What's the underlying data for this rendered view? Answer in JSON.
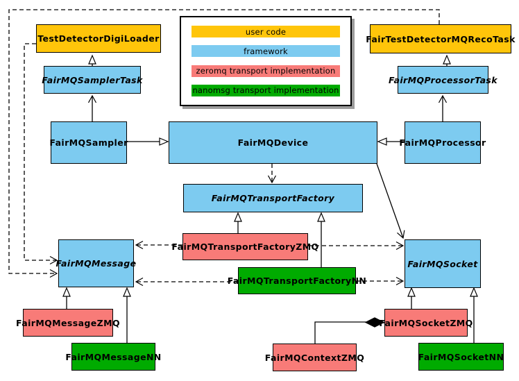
{
  "diagram_title": "FairMQ class diagram",
  "palette": {
    "user_code": "#FFC50A",
    "framework": "#7DCBF0",
    "zeromq_transport": "#F87B78",
    "nanomsg_transport": "#00AB00",
    "line": "#000000",
    "background": "#FFFFFF",
    "legend_shadow": "#9C9C9C"
  },
  "legend": {
    "items": [
      {
        "label": "user code",
        "category": "user_code"
      },
      {
        "label": "framework",
        "category": "framework"
      },
      {
        "label": "zeromq transport implementation",
        "category": "zeromq_transport"
      },
      {
        "label": "nanomsg transport implementation",
        "category": "nanomsg_transport"
      }
    ]
  },
  "nodes": {
    "digiLoader": {
      "label": "TestDetectorDigiLoader",
      "category": "user_code",
      "abstract": false
    },
    "recoTask": {
      "label": "FairTestDetectorMQRecoTask",
      "category": "user_code",
      "abstract": false
    },
    "samplerTask": {
      "label": "FairMQSamplerTask",
      "category": "framework",
      "abstract": true
    },
    "processorTask": {
      "label": "FairMQProcessorTask",
      "category": "framework",
      "abstract": true
    },
    "sampler": {
      "label": "FairMQSampler",
      "category": "framework",
      "abstract": false
    },
    "device": {
      "label": "FairMQDevice",
      "category": "framework",
      "abstract": false
    },
    "processor": {
      "label": "FairMQProcessor",
      "category": "framework",
      "abstract": false
    },
    "transportFactory": {
      "label": "FairMQTransportFactory",
      "category": "framework",
      "abstract": true
    },
    "transportFactoryZMQ": {
      "label": "FairMQTransportFactoryZMQ",
      "category": "zeromq_transport",
      "abstract": false
    },
    "transportFactoryNN": {
      "label": "FairMQTransportFactoryNN",
      "category": "nanomsg_transport",
      "abstract": false
    },
    "message": {
      "label": "FairMQMessage",
      "category": "framework",
      "abstract": true
    },
    "socket": {
      "label": "FairMQSocket",
      "category": "framework",
      "abstract": true
    },
    "messageZMQ": {
      "label": "FairMQMessageZMQ",
      "category": "zeromq_transport",
      "abstract": false
    },
    "messageNN": {
      "label": "FairMQMessageNN",
      "category": "nanomsg_transport",
      "abstract": false
    },
    "contextZMQ": {
      "label": "FairMQContextZMQ",
      "category": "zeromq_transport",
      "abstract": false
    },
    "socketZMQ": {
      "label": "FairMQSocketZMQ",
      "category": "zeromq_transport",
      "abstract": false
    },
    "socketNN": {
      "label": "FairMQSocketNN",
      "category": "nanomsg_transport",
      "abstract": false
    }
  },
  "edges": [
    {
      "from": "samplerTask",
      "to": "digiLoader",
      "type": "hollow-triangle",
      "line": "solid"
    },
    {
      "from": "sampler",
      "to": "samplerTask",
      "type": "open-arrow",
      "line": "solid"
    },
    {
      "from": "processorTask",
      "to": "recoTask",
      "type": "hollow-triangle",
      "line": "solid"
    },
    {
      "from": "processor",
      "to": "processorTask",
      "type": "open-arrow",
      "line": "solid"
    },
    {
      "from": "sampler",
      "to": "device",
      "type": "hollow-triangle",
      "line": "solid"
    },
    {
      "from": "processor",
      "to": "device",
      "type": "hollow-triangle",
      "line": "solid"
    },
    {
      "from": "device",
      "to": "transportFactory",
      "type": "open-arrow",
      "line": "dashed"
    },
    {
      "from": "device",
      "to": "socket",
      "type": "open-arrow",
      "line": "solid"
    },
    {
      "from": "transportFactoryZMQ",
      "to": "transportFactory",
      "type": "hollow-triangle",
      "line": "solid"
    },
    {
      "from": "transportFactoryNN",
      "to": "transportFactory",
      "type": "hollow-triangle",
      "line": "solid"
    },
    {
      "from": "transportFactoryZMQ",
      "to": "message",
      "type": "open-arrow",
      "line": "dashed"
    },
    {
      "from": "transportFactoryZMQ",
      "to": "socket",
      "type": "open-arrow",
      "line": "dashed"
    },
    {
      "from": "transportFactoryNN",
      "to": "message",
      "type": "open-arrow",
      "line": "dashed"
    },
    {
      "from": "transportFactoryNN",
      "to": "socket",
      "type": "open-arrow",
      "line": "dashed"
    },
    {
      "from": "digiLoader",
      "to": "message",
      "type": "open-arrow",
      "line": "dashed"
    },
    {
      "from": "recoTask",
      "to": "message",
      "type": "open-arrow",
      "line": "dashed"
    },
    {
      "from": "messageZMQ",
      "to": "message",
      "type": "hollow-triangle",
      "line": "solid"
    },
    {
      "from": "messageNN",
      "to": "message",
      "type": "hollow-triangle",
      "line": "solid"
    },
    {
      "from": "socketZMQ",
      "to": "socket",
      "type": "hollow-triangle",
      "line": "solid"
    },
    {
      "from": "socketNN",
      "to": "socket",
      "type": "hollow-triangle",
      "line": "solid"
    },
    {
      "from": "contextZMQ",
      "to": "socketZMQ",
      "type": "filled-diamond",
      "line": "solid"
    }
  ]
}
